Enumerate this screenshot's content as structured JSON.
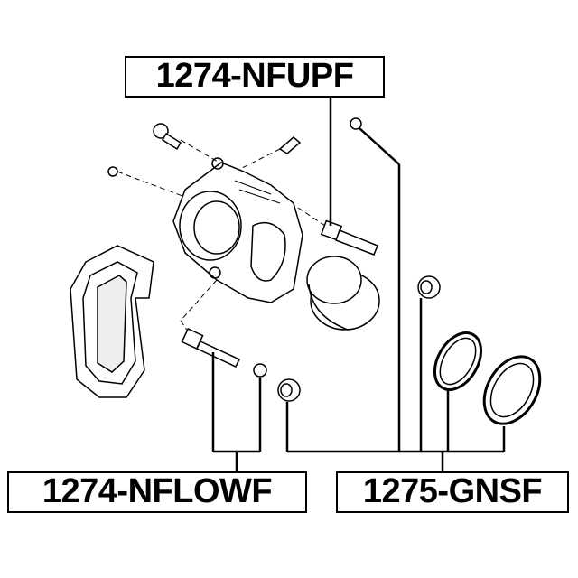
{
  "labels": {
    "upper_pin_kit": "1274-NFUPF",
    "lower_pin_kit": "1274-NFLOWF",
    "seal_kit": "1275-GNSF"
  },
  "colors": {
    "line": "#000000",
    "part_fill": "#ffffff",
    "shade": "#d8d8d8"
  }
}
